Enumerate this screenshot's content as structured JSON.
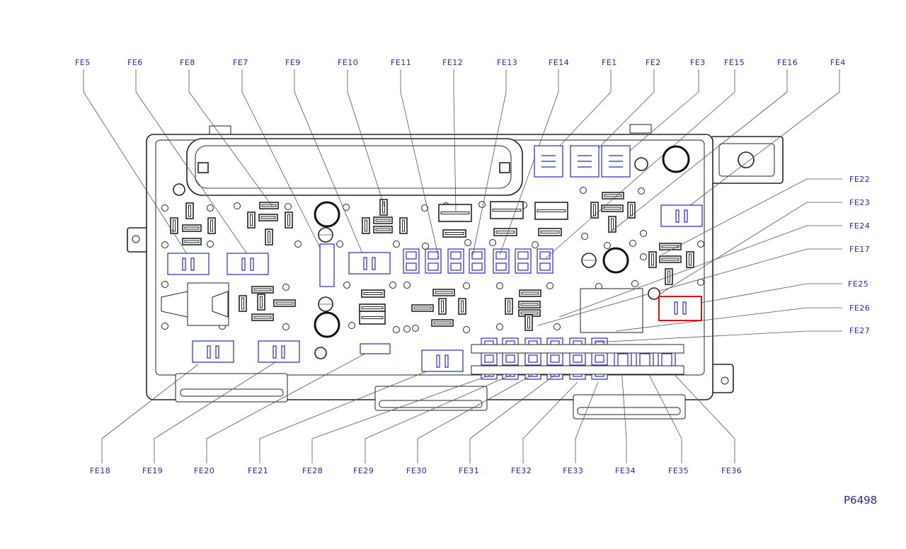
{
  "figure_ref": "P6498",
  "colors": {
    "label": "#2828a0",
    "outline": "#222222",
    "fuse_highlight": "#2828c8",
    "selected": "#dd1111"
  },
  "top_labels": [
    "FE5",
    "FE6",
    "FE8",
    "FE7",
    "FE9",
    "FE10",
    "FE11",
    "FE12",
    "FE13",
    "FE14",
    "FE1",
    "FE2",
    "FE3",
    "FE15",
    "FE16",
    "FE4"
  ],
  "right_labels": [
    "FE22",
    "FE23",
    "FE24",
    "FE17",
    "FE25",
    "FE26",
    "FE27"
  ],
  "bottom_labels": [
    "FE18",
    "FE19",
    "FE20",
    "FE21",
    "FE28",
    "FE29",
    "FE30",
    "FE31",
    "FE32",
    "FE33",
    "FE34",
    "FE35",
    "FE36"
  ],
  "selected_fuse": "FE25"
}
